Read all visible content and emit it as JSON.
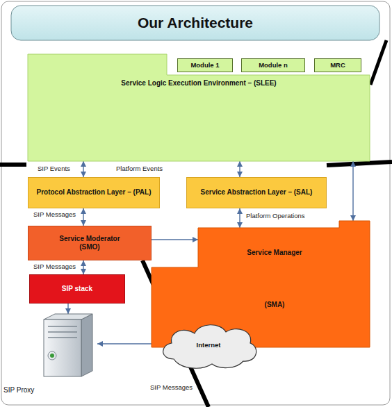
{
  "diagram": {
    "title": "Our Architecture",
    "nodes": [
      {
        "text": [
          "Service Logic Execution Environment – (SLEE)"
        ]
      },
      {
        "text": [
          "Module 1"
        ]
      },
      {
        "text": [
          "Module n"
        ]
      },
      {
        "text": [
          "MRC"
        ]
      },
      {
        "text": [
          "Protocol Abstraction Layer – (PAL)"
        ]
      },
      {
        "text": [
          "Service Abstraction Layer – (SAL)"
        ]
      },
      {
        "text": [
          "Service Moderator (SMO)"
        ]
      },
      {
        "text": [
          "Service Manager",
          "(SMA)"
        ]
      },
      {
        "text": [
          "SIP stack"
        ]
      },
      {
        "text": [
          "SIP Proxy"
        ]
      },
      {
        "text": [
          "Internet"
        ]
      }
    ],
    "edges": [
      {
        "from": 0,
        "to": 4,
        "label": "SIP Events",
        "arrow": "both"
      },
      {
        "from": 0,
        "to": 5,
        "label": "Platform Events",
        "arrow": "both"
      },
      {
        "from": 0,
        "to": 7,
        "arrow": "both"
      },
      {
        "from": 4,
        "to": 6,
        "label": "SIP Messages",
        "arrow": "both"
      },
      {
        "from": 5,
        "to": 7,
        "label": "Platform Operations",
        "arrow": "both"
      },
      {
        "from": 6,
        "to": 8,
        "label": "SIP Messages",
        "arrow": "both"
      },
      {
        "from": 6,
        "to": 7,
        "arrow": "to"
      },
      {
        "from": 8,
        "to": 9,
        "arrow": "to"
      },
      {
        "from": 9,
        "to": 10,
        "label": "SIP Messages",
        "arrow": "both"
      }
    ]
  }
}
